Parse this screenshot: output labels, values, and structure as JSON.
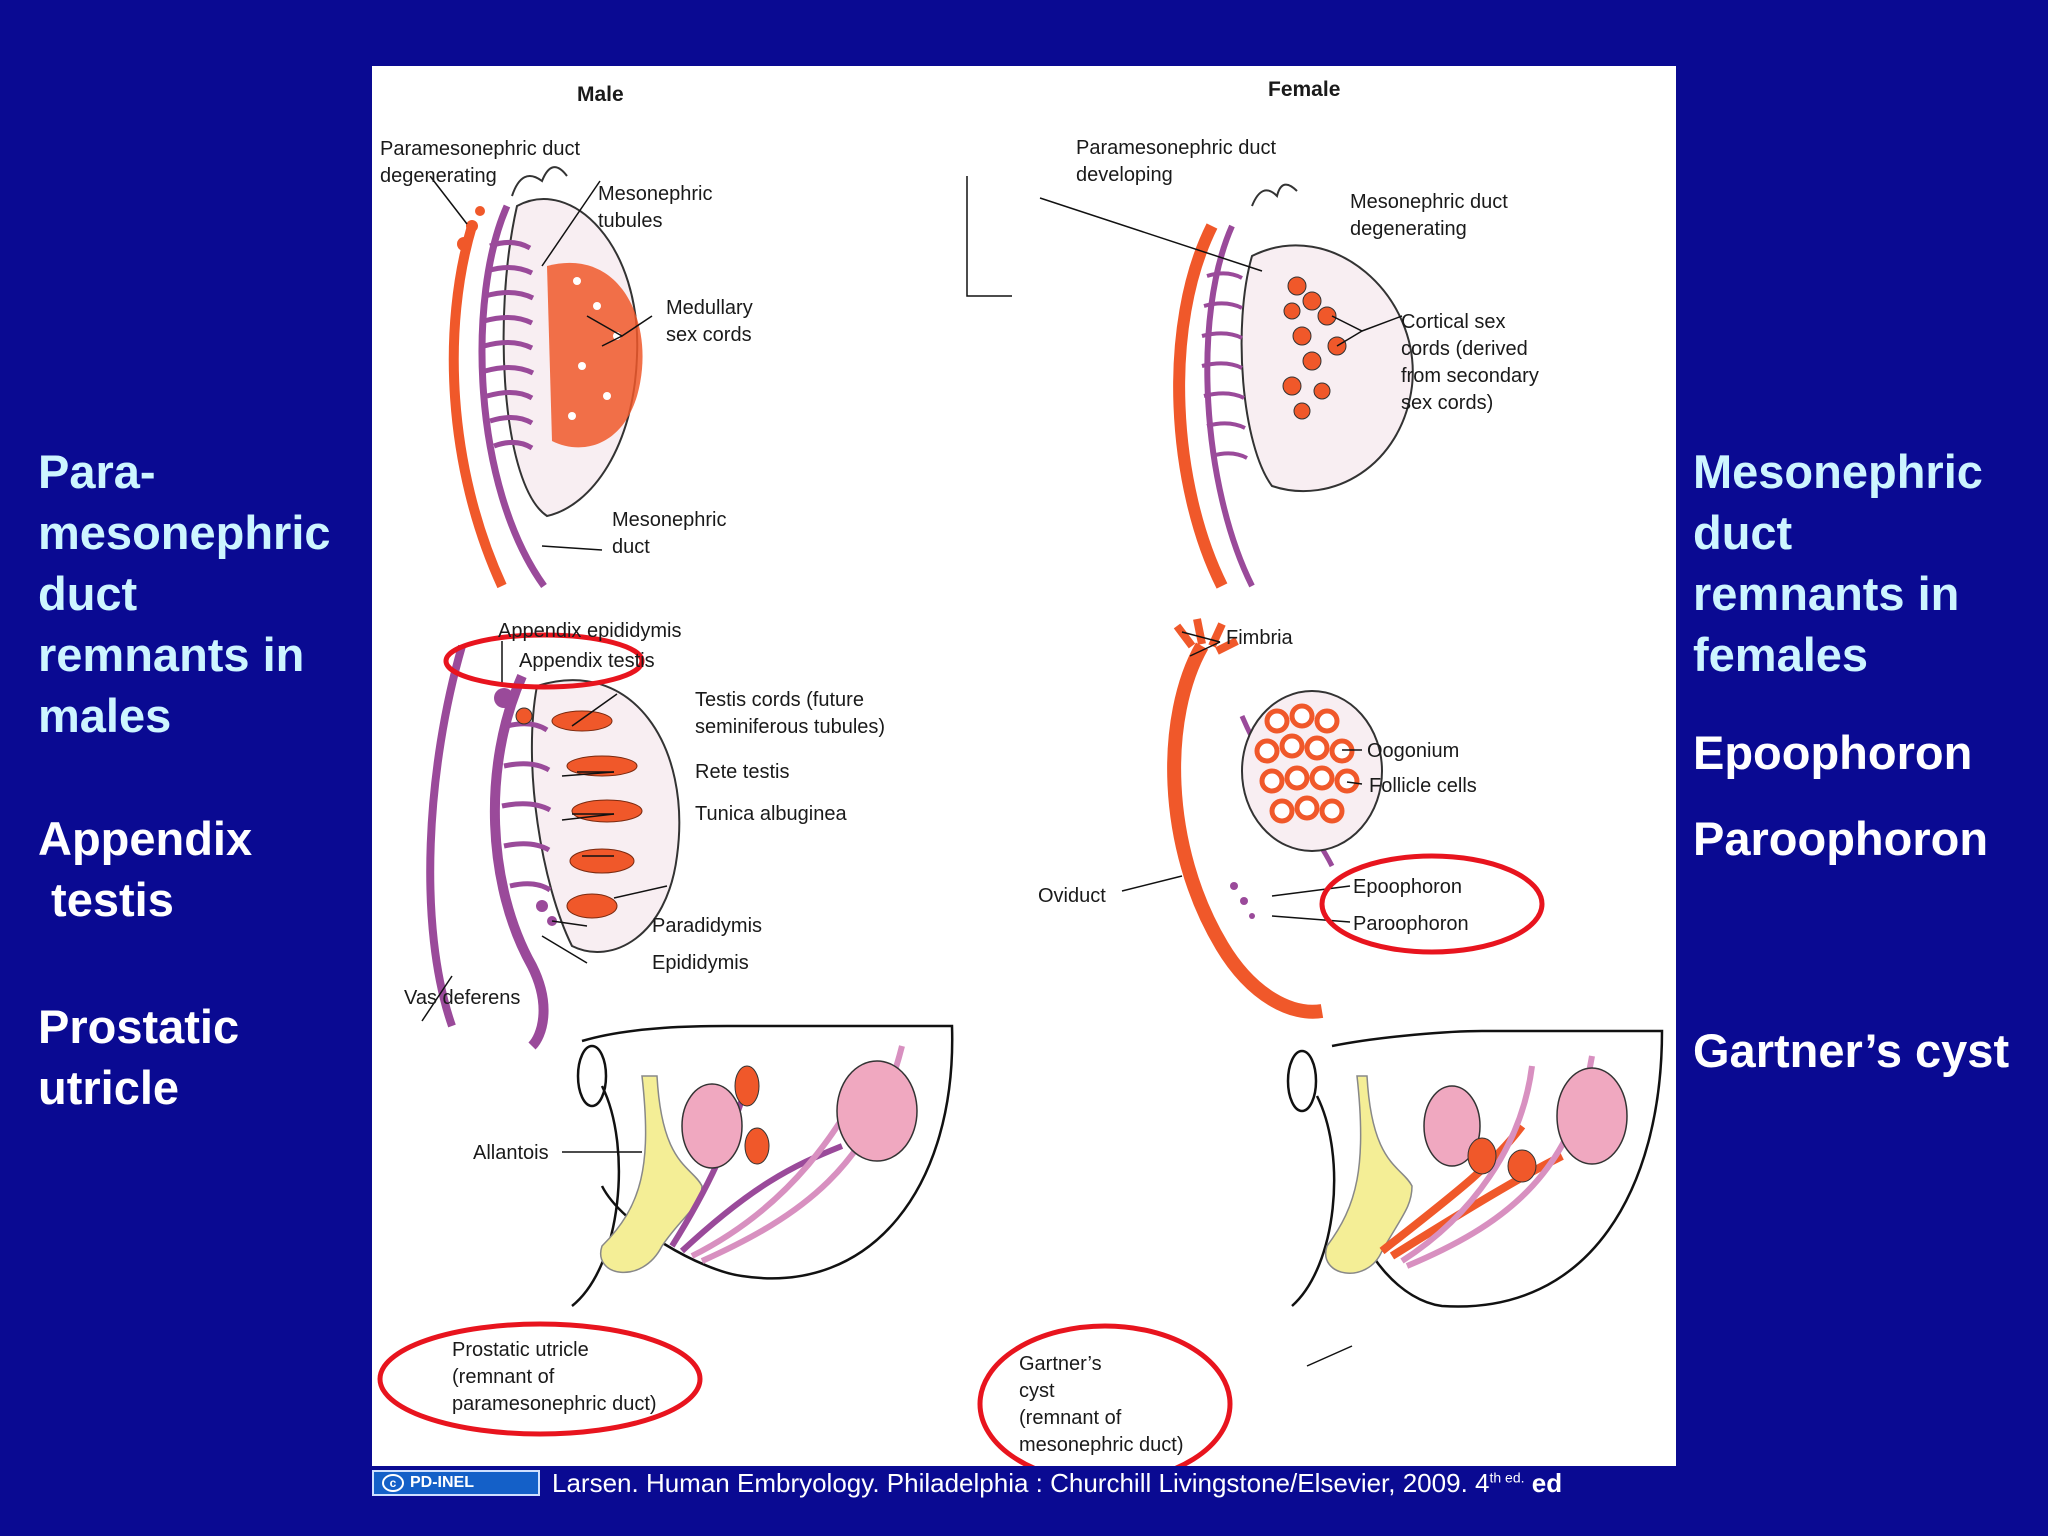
{
  "left_panel": {
    "lines": [
      "Para-",
      "mesonephric",
      "duct",
      "remnants in",
      "males"
    ],
    "appendix": [
      "Appendix",
      " testis"
    ],
    "prostatic": [
      "Prostatic",
      "utricle"
    ]
  },
  "right_panel": {
    "lines": [
      "Mesonephric",
      "duct",
      "remnants in",
      "females"
    ],
    "epoophoron": "Epoophoron",
    "paroophoron": "Paroophoron",
    "gartner": "Gartner’s cyst"
  },
  "figure": {
    "male_header": "Male",
    "female_header": "Female",
    "male_top": {
      "paramesonephric": [
        "Paramesonephric duct",
        "degenerating"
      ],
      "tubules": [
        "Mesonephric",
        "tubules"
      ],
      "medullary": [
        "Medullary",
        "sex cords"
      ],
      "mesonephric_duct": [
        "Mesonephric",
        "duct"
      ]
    },
    "female_top": {
      "paramesonephric": [
        "Paramesonephric duct",
        "developing"
      ],
      "mesonephric": [
        "Mesonephric duct",
        "degenerating"
      ],
      "cortical": [
        "Cortical sex",
        "cords (derived",
        "from secondary",
        "sex cords)"
      ]
    },
    "male_mid": {
      "appendix_epididymis": "Appendix epididymis",
      "appendix_testis": "Appendix testis",
      "testis_cords": [
        "Testis cords (future",
        "seminiferous tubules)"
      ],
      "rete": "Rete testis",
      "tunica": "Tunica albuginea",
      "paradidymis": "Paradidymis",
      "epididymis": "Epididymis",
      "vas": "Vas deferens"
    },
    "female_mid": {
      "fimbria": "Fimbria",
      "oogonium": "Oogonium",
      "follicle": "Follicle cells",
      "oviduct": "Oviduct",
      "epoophoron": "Epoophoron",
      "paroophoron": "Paroophoron"
    },
    "male_bottom": {
      "allantois": "Allantois",
      "prostatic": [
        "Prostatic utricle",
        "(remnant of",
        "paramesonephric duct)"
      ]
    },
    "female_bottom": {
      "gartner": [
        "Gartner’s",
        "cyst",
        "(remnant of",
        "mesonephric duct)"
      ]
    }
  },
  "footer": {
    "badge": "PD-INEL",
    "citation_main": "Larsen. Human Embryology. Philadelphia : Churchill Livingstone/Elsevier, 2009. 4",
    "citation_sup": "th ed.",
    "citation_end": " ed"
  },
  "colors": {
    "background": "#0a0a92",
    "highlight": "#e8141e",
    "duct_orange": "#f0582a",
    "duct_purple": "#9a4a9a",
    "gonad_fill": "#f8eef2",
    "bladder_yellow": "#f4ee96",
    "kidney_pink": "#f0a8c0"
  }
}
